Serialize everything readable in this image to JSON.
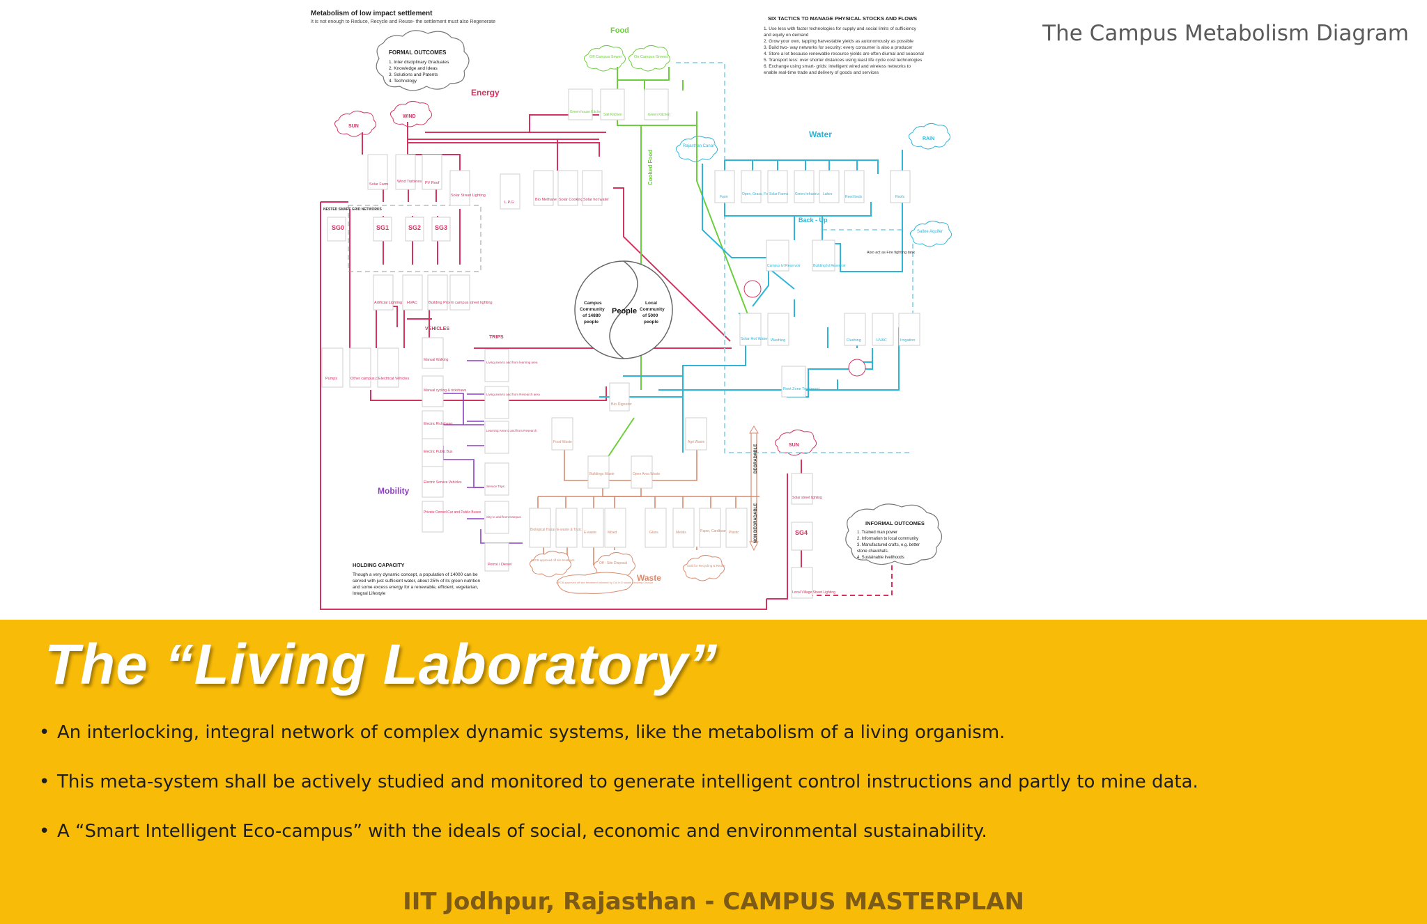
{
  "doc_title": "The Campus Metabolism Diagram",
  "diagram": {
    "header_title": "Metabolism of low impact settlement",
    "header_sub": "It is not enough to Reduce, Recycle and Reuse- the settlement must also Regenerate",
    "tactics_title": "SIX TACTICS TO MANAGE PHYSICAL STOCKS AND FLOWS",
    "tactics": [
      "1.  Use less with factor technologies for supply and social limits of sufficiency",
      "     and equity on demand",
      "2.  Grow your own, tapping harvestable yields as autonomously as possible",
      "3.  Build two- way networks for security: every consumer is also a producer",
      "4.  Store a lot because renewable resource yields are often diurnal and seasonal",
      "5.  Transport less: over shorter distances using least life cycle cost technologies",
      "6.  Exchange using smart- grids: intelligent wired and wireless networks to",
      "     enable real-time trade and delivery of goods and services"
    ],
    "formal_title": "FORMAL OUTCOMES",
    "formal_items": [
      "1.   Inter disciplinary Graduates",
      "2.   Knowledge and Ideas",
      "3.   Solutions and Patents",
      "4.   Technology"
    ],
    "informal_title": "INFORMAL OUTCOMES",
    "informal_items": [
      "1.  Trained man power",
      "2.  Information to local community",
      "3.  Manufactured crafts, e.g. better",
      "     stone chaukhats.",
      "4.  Sustainable livelihoods"
    ],
    "holding_title": "HOLDING CAPACITY",
    "holding_text": [
      "Though a very dynamic concept, a population of 14000 can be",
      "served with just sufficient water, about 25% of its green nutrition",
      "and some excess energy for a renewable, efficient, vegetarian,",
      "Integral Lifestyle"
    ],
    "sections": {
      "energy": "Energy",
      "food": "Food",
      "water": "Water",
      "mobility": "Mobility",
      "waste": "Waste",
      "vehicles": "VEHICLES",
      "trips": "TRIPS",
      "backup": "Back - Up",
      "degradable": "DEGRADABLE",
      "non_degradable": "NON DEGRADABLE"
    },
    "clouds": {
      "sun": "SUN",
      "wind": "WIND",
      "rain": "RAIN",
      "sun2": "SUN",
      "canal": "Rajasthan Canal",
      "aquifer": "Saline Aquifer",
      "offsite": "Off Campus Sewer",
      "oncampus": "On Campus Greens"
    },
    "center": {
      "people": "People",
      "left": [
        "Campus",
        "Community",
        "of 14880",
        "people"
      ],
      "right": [
        "Local",
        "Community",
        "of 5000",
        "people"
      ]
    },
    "energy_nodes": [
      "Solar Farm",
      "Wind Turbines",
      "PV Roof",
      "Solar Street Lighting"
    ],
    "grid_nodes": [
      "SG0",
      "SG1",
      "SG2",
      "SG3"
    ],
    "grid_title": "NESTED SMART GRID NETWORKS",
    "demand_nodes": [
      "Artificial Lighting",
      "HVAC",
      "Building Processes",
      "In campus street lighting"
    ],
    "fuel_nodes": [
      "L.P.G",
      "Bio Methane",
      "Solar Cooking",
      "Solar hot water"
    ],
    "food_nodes": [
      "Green house Kitchen",
      "Salt Kitchen",
      "Green Kitchen"
    ],
    "cooked_food": "Cooked Food",
    "transport_nodes": [
      "Pumps",
      "Other campus processes",
      "Electrical Vehicles"
    ],
    "vehicle_nodes": [
      "Manual Walking",
      "Manual cycling & rickshaws",
      "Electric Rickshaws",
      "Electric Public Bus",
      "Electric Service Vehicles",
      "Private Owned Car and Public Buses"
    ],
    "trip_nodes": [
      "Living area to and from learning area",
      "Living area to and from Research area",
      "Learning Area to and from Research",
      "Service Trips",
      "City to and from Campus"
    ],
    "petrol": "Petrol / Diesel",
    "water_nodes": [
      "Farm",
      "Open, Grass, Forest",
      "Solar Farms",
      "Green Infrastructure",
      "Lakes",
      "Reed beds",
      "Roofs"
    ],
    "tanks": [
      "Campus lvl Reservoir",
      "Building lvl Reservoir"
    ],
    "fire_note": "Also act as Fire fighting tank",
    "use_nodes": [
      "Solar Hot Water",
      "Washing",
      "Flushing",
      "HVAC",
      "Irrigation"
    ],
    "root_zone": "Root Zone Treatment",
    "bio_digester": "Bio Digester",
    "waste_nodes": [
      "Food Waste",
      "Buildings Waste",
      "Open Area Waste",
      "Agri Waste"
    ],
    "waste_bins": [
      "Biological Hazardous waste",
      "E-waste & Toxic",
      "E-waste",
      "Mixed",
      "Glass",
      "Metals",
      "Paper, Cardboard",
      "Plastic"
    ],
    "waste_clouds": [
      "CPCB approved off site treatment",
      "Off - Site Disposal",
      "CPCB approved off site treatment followed by CoI in E-waste handling Circular",
      "Sold for Recycling & Reuse"
    ],
    "right_nodes": [
      "Solar street lighting",
      "SG4",
      "Local Village Street Lighting"
    ]
  },
  "headline": "The “Living Laboratory”",
  "bullets": [
    "An interlocking, integral network of complex dynamic systems, like the metabolism of a living organism.",
    "This meta-system shall be actively studied and monitored  to generate intelligent control instructions and partly to mine data.",
    "A “Smart Intelligent Eco-campus”  with the ideals of social, economic and environmental sustainability."
  ],
  "bullet_char": "•",
  "footer_left": "IIT Jodhpur, Rajasthan -  ",
  "footer_right": "CAMPUS MASTERPLAN",
  "colors": {
    "band": "#f8bb08",
    "energy": "#d3335f",
    "water": "#2bb5d8",
    "food": "#6bcf3c",
    "mobility": "#8b3fc2",
    "waste": "#d98a6c",
    "footer": "#7c5a18"
  }
}
